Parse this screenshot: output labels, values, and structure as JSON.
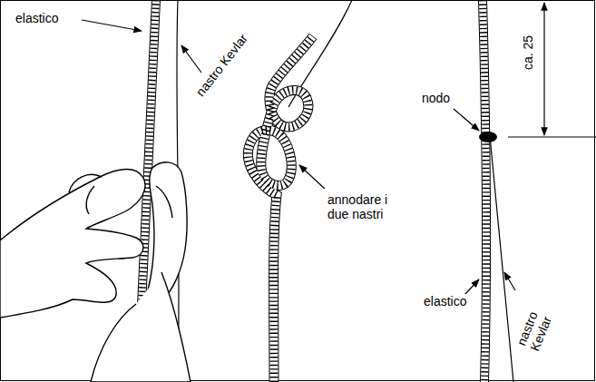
{
  "diagram": {
    "labels": [
      "elastico",
      "nastro Kevlar",
      "annodare i due nastri",
      "nodo",
      "ca. 25",
      "elastico",
      "nastro Kevlar"
    ]
  }
}
